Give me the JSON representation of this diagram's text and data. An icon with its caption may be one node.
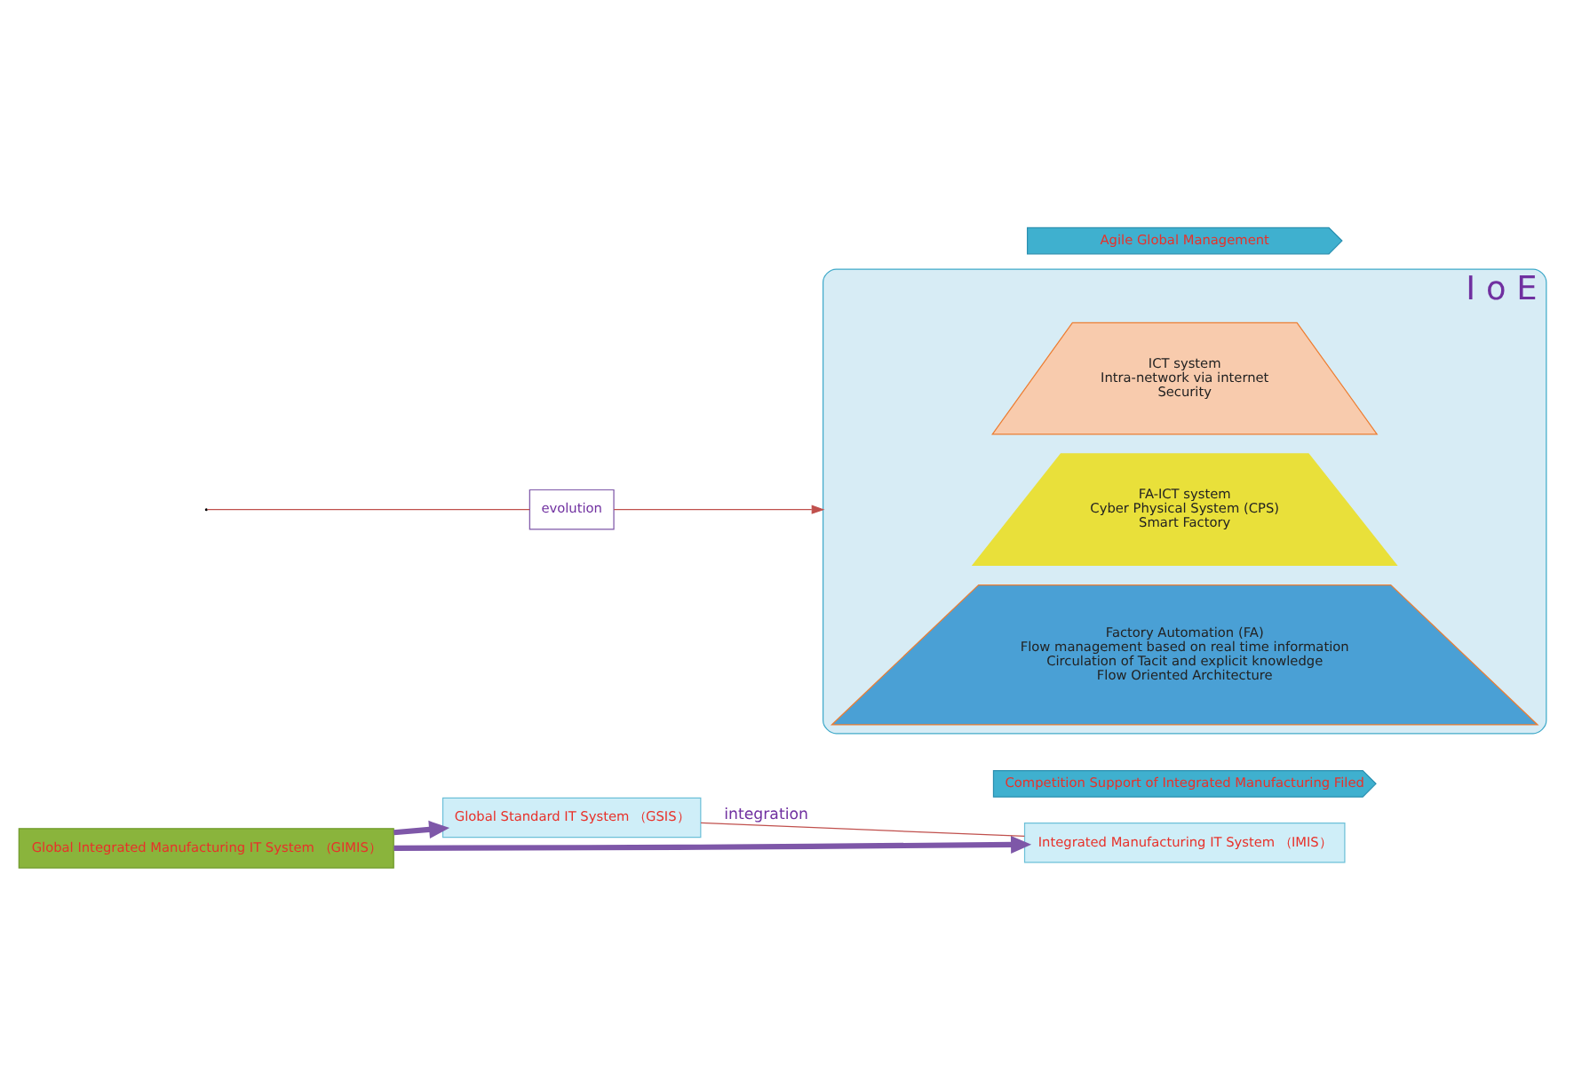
{
  "diagram": {
    "nodes": [
      {
        "text": [
          "Global Integrated Manufacturing IT System （GIMIS）"
        ]
      },
      {
        "text": [
          "Global Standard IT System （GSIS）"
        ]
      },
      {
        "text": [
          "Integrated Manufacturing IT System （IMIS）"
        ]
      },
      {
        "text": [
          "evolution"
        ]
      },
      {
        "text": [
          "Agile Global Management"
        ]
      },
      {
        "text": [
          "I o E"
        ]
      },
      {
        "text": [
          "ICT system",
          "Intra-network via internet",
          "Security"
        ],
        "in": 5
      },
      {
        "text": [
          "FA-ICT system",
          "Cyber Physical System (CPS)",
          "Smart Factory"
        ],
        "in": 5
      },
      {
        "text": [
          "Factory Automation (FA)",
          "Flow management based on real time information",
          "Circulation of Tacit and explicit knowledge",
          "Flow Oriented Architecture"
        ],
        "in": 5
      },
      {
        "text": [
          "Competition Support of Integrated Manufacturing Filed"
        ]
      }
    ],
    "edges": [
      {
        "from": 0,
        "to": 1,
        "arrow": "to",
        "style": "thick",
        "color": "#7e57a8"
      },
      {
        "from": 0,
        "to": 2,
        "arrow": "to",
        "style": "thick",
        "color": "#7e57a8"
      },
      {
        "from": 1,
        "to": 2,
        "arrow": "none",
        "label": "integration",
        "color": "#c0504d"
      },
      {
        "from": null,
        "to": 3,
        "arrow": "none",
        "color": "#c0504d"
      },
      {
        "from": 3,
        "to": 5,
        "arrow": "to",
        "color": "#c0504d"
      }
    ]
  }
}
